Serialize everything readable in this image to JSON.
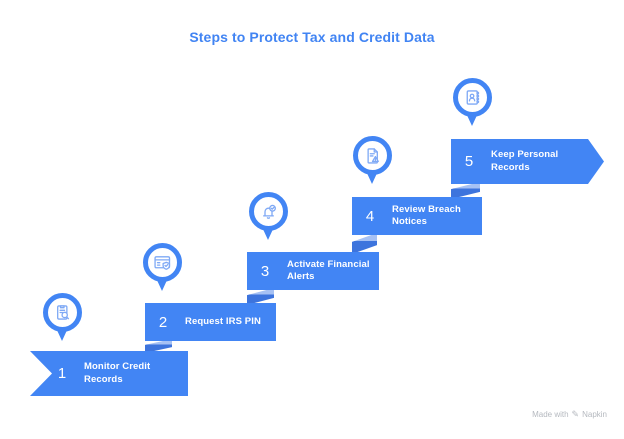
{
  "title": "Steps to Protect Tax and Credit Data",
  "steps": [
    {
      "number": "1",
      "label": "Monitor Credit Records",
      "icon": "clipboard-search-icon"
    },
    {
      "number": "2",
      "label": "Request IRS PIN",
      "icon": "card-shield-check-icon"
    },
    {
      "number": "3",
      "label": "Activate Financial Alerts",
      "icon": "bell-check-icon"
    },
    {
      "number": "4",
      "label": "Review Breach Notices",
      "icon": "document-warning-icon"
    },
    {
      "number": "5",
      "label": "Keep Personal Records",
      "icon": "address-book-icon"
    }
  ],
  "footer": {
    "made_with": "Made with",
    "brand": "Napkin"
  },
  "colors": {
    "bar": "#4285F4",
    "fold": "#3d74dd",
    "stroke": "#7fa9f5",
    "title": "#4184f3",
    "footer": "#b5b9bf"
  }
}
